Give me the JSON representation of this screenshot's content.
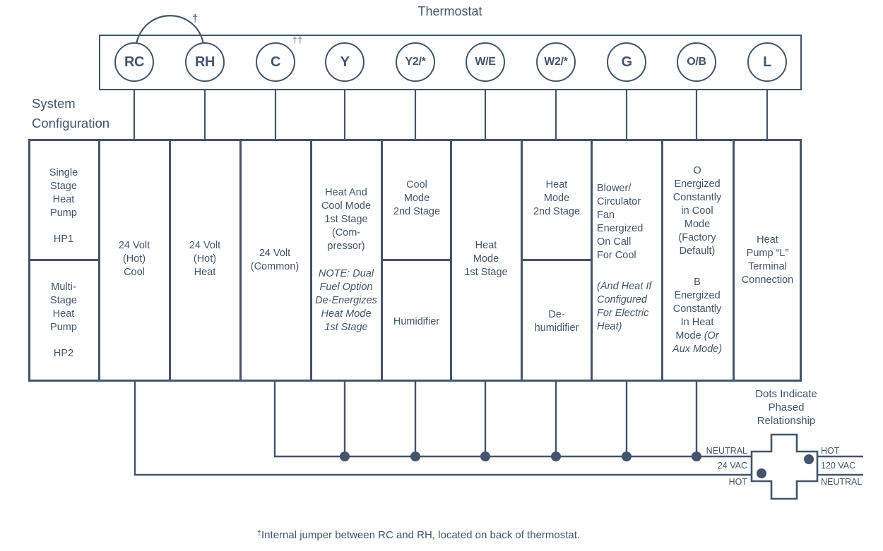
{
  "title": "Thermostat",
  "section_label": "System\nConfiguration",
  "jumper_dagger": "†",
  "c_daggers": "††",
  "terminals": [
    "RC",
    "RH",
    "C",
    "Y",
    "Y2/*",
    "W/E",
    "W2/*",
    "G",
    "O/B",
    "L"
  ],
  "heat_pump": {
    "hp1_label": "Single\nStage\nHeat\nPump",
    "hp1_code": "HP1",
    "hp2_label": "Multi-\nStage\nHeat\nPump",
    "hp2_code": "HP2"
  },
  "columns": {
    "rc": "24 Volt\n(Hot)\nCool",
    "rh": "24 Volt\n(Hot)\nHeat",
    "c": "24 Volt\n(Common)",
    "y_main": "Heat And\nCool Mode\n1st Stage\n(Com-\npressor)",
    "y_note": "NOTE: Dual\nFuel Option\nDe-Energizes\nHeat Mode\n1st Stage",
    "y2_top": "Cool\nMode\n2nd Stage",
    "y2_bottom": "Humidifier",
    "we": "Heat\nMode\n1st Stage",
    "w2_top": "Heat\nMode\n2nd Stage",
    "w2_bottom": "De-\nhumidifier",
    "g_main": "Blower/\nCirculator\nFan\nEnergized\nOn Call\nFor Cool",
    "g_note": "(And Heat If\nConfigured\nFor Electric\nHeat)",
    "ob_o": "O\nEnergized\nConstantly\nin Cool\nMode\n(Factory\nDefault)",
    "ob_b_main": "B\nEnergized\nConstantly\nIn Heat\nMode ",
    "ob_b_italic": "(Or\nAux Mode)",
    "l": "Heat\nPump “L”\nTerminal\nConnection"
  },
  "transformer": {
    "left_top": "NEUTRAL",
    "left_mid": "24 VAC",
    "left_bottom": "HOT",
    "right_top": "HOT",
    "right_mid": "120 VAC",
    "right_bottom": "NEUTRAL",
    "note": "Dots Indicate\nPhased\nRelationship"
  },
  "footnote_dagger": "†",
  "footnote_text": "Internal jumper between RC and RH, located on back of thermostat.",
  "colors": {
    "ink": "#44546a"
  }
}
